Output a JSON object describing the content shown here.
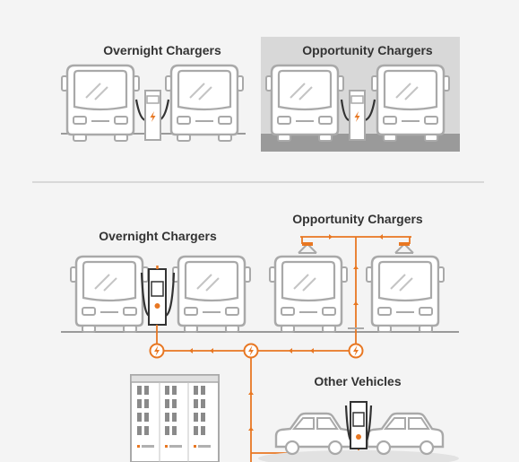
{
  "top": {
    "overnight_label": "Overnight Chargers",
    "opportunity_label": "Opportunity Chargers"
  },
  "bottom": {
    "overnight_label": "Overnight Chargers",
    "opportunity_label": "Opportunity Chargers",
    "other_label": "Other Vehicles"
  },
  "colors": {
    "accent": "#e87722",
    "outline": "#a9a9a9",
    "panel": "#d8d8d8",
    "ground": "#9a9a9a",
    "background": "#f4f4f4"
  },
  "icons": [
    "bus-icon",
    "charger-icon",
    "lightning-icon",
    "pantograph-icon",
    "car-icon",
    "energy-storage-cabinet-icon"
  ]
}
